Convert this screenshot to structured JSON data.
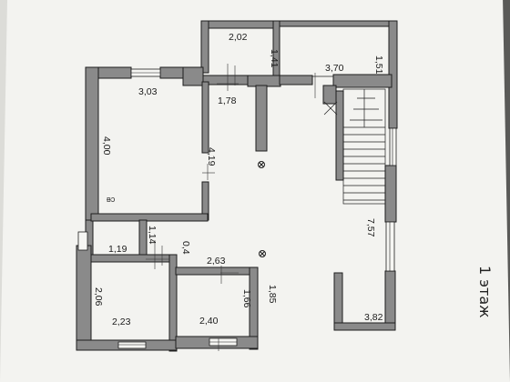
{
  "plan": {
    "dims": {
      "d_202": "2,02",
      "d_141": "1,41",
      "d_370": "3,70",
      "d_151": "1,51",
      "d_303": "3,03",
      "d_178": "1,78",
      "d_400": "4,00",
      "d_419": "4,19",
      "d_757": "7,57",
      "d_114": "1,14",
      "d_119": "1,19",
      "d_04": "0,4",
      "d_263": "2,63",
      "d_206": "2,06",
      "d_166": "1,66",
      "d_185": "1,85",
      "d_223": "2,23",
      "d_240": "2,40",
      "d_382": "3,82"
    },
    "floor_label": "1 этаж"
  },
  "colors": {
    "wall_fill": "#8a8a8a",
    "wall_stroke": "#1e1e1e",
    "paper": "#f4f4f1",
    "ink": "#1a1a1a"
  }
}
